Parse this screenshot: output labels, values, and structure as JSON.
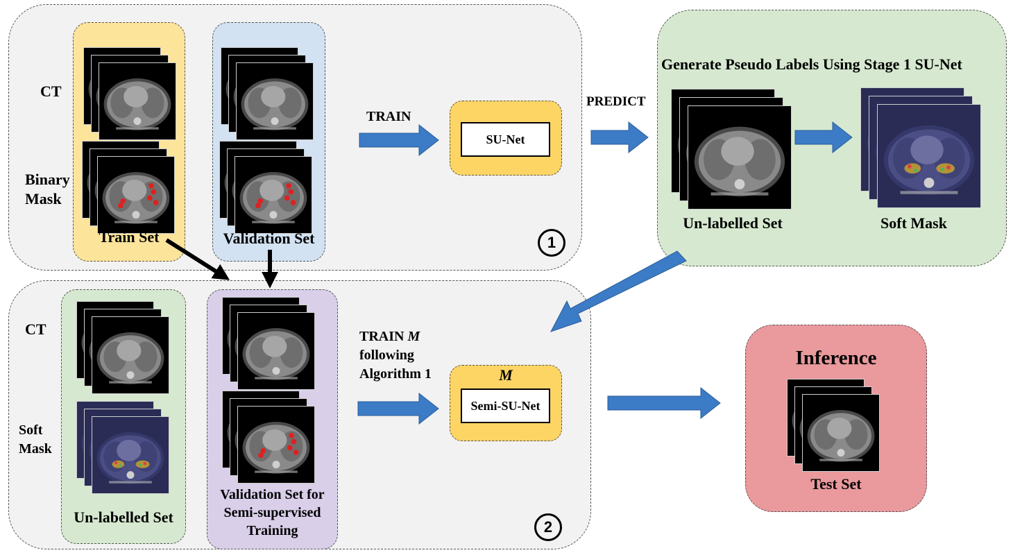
{
  "stage1": {
    "row_ct": "CT",
    "row_mask": "Binary\nMask",
    "train_set": "Train Set",
    "validation_set": "Validation Set",
    "train_arrow": "TRAIN",
    "network": "SU-Net",
    "number": "1"
  },
  "pseudo": {
    "title": "Generate Pseudo Labels Using Stage 1 SU-Net",
    "predict_arrow": "PREDICT",
    "unlabelled_set": "Un-labelled Set",
    "soft_mask": "Soft Mask"
  },
  "stage2": {
    "row_ct": "CT",
    "row_mask": "Soft\nMask",
    "unlabelled_set": "Un-labelled Set",
    "validation_set": "Validation Set for\nSemi-supervised\nTraining",
    "train_line1": "TRAIN",
    "train_italic": "M",
    "train_line2": "following",
    "train_line3": "Algorithm 1",
    "model_symbol": "M",
    "network": "Semi-SU-Net",
    "number": "2"
  },
  "inference": {
    "title": "Inference",
    "test_set": "Test Set"
  },
  "colors": {
    "train_panel": "#fde49b",
    "validation_panel": "#d2e2f2",
    "unlabelled_panel": "#d6e9d0",
    "semi_validation_panel": "#d9cfe9",
    "inference_panel": "#ea999c",
    "network_panel": "#fcd565",
    "stage_panel": "#f2f2f2",
    "arrow": "#3c7bc6"
  }
}
